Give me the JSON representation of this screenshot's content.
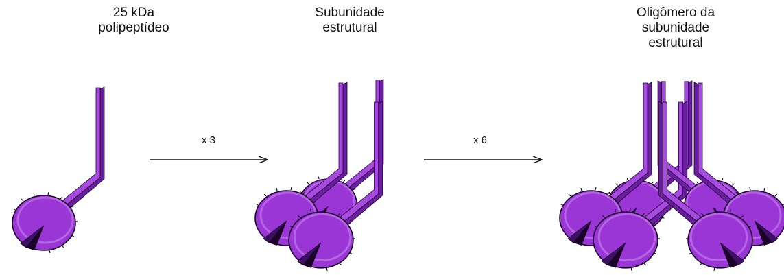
{
  "stages": [
    {
      "label_lines": [
        "25 kDa",
        "polipeptídeo"
      ]
    },
    {
      "label_lines": [
        "Subunidade",
        "estrutural"
      ]
    },
    {
      "label_lines": [
        "Oligômero da",
        "subunidade",
        "estrutural"
      ]
    }
  ],
  "arrows": [
    {
      "label": "x 3"
    },
    {
      "label": "x 6"
    }
  ],
  "colors": {
    "protein": "#9a35d6",
    "protein_light": "#c07ae8",
    "protein_dark": "#3e1066",
    "outline": "#1a0528",
    "arrow": "#111111"
  }
}
